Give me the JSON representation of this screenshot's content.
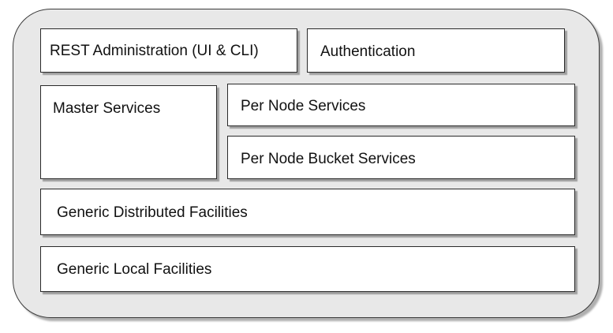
{
  "diagram": {
    "boxes": {
      "rest_admin": "REST Administration (UI & CLI)",
      "authentication": "Authentication",
      "master_services": "Master Services",
      "per_node_services": "Per Node Services",
      "per_node_bucket_services": "Per Node Bucket Services",
      "generic_distributed": "Generic Distributed Facilities",
      "generic_local": "Generic Local Facilities"
    }
  }
}
